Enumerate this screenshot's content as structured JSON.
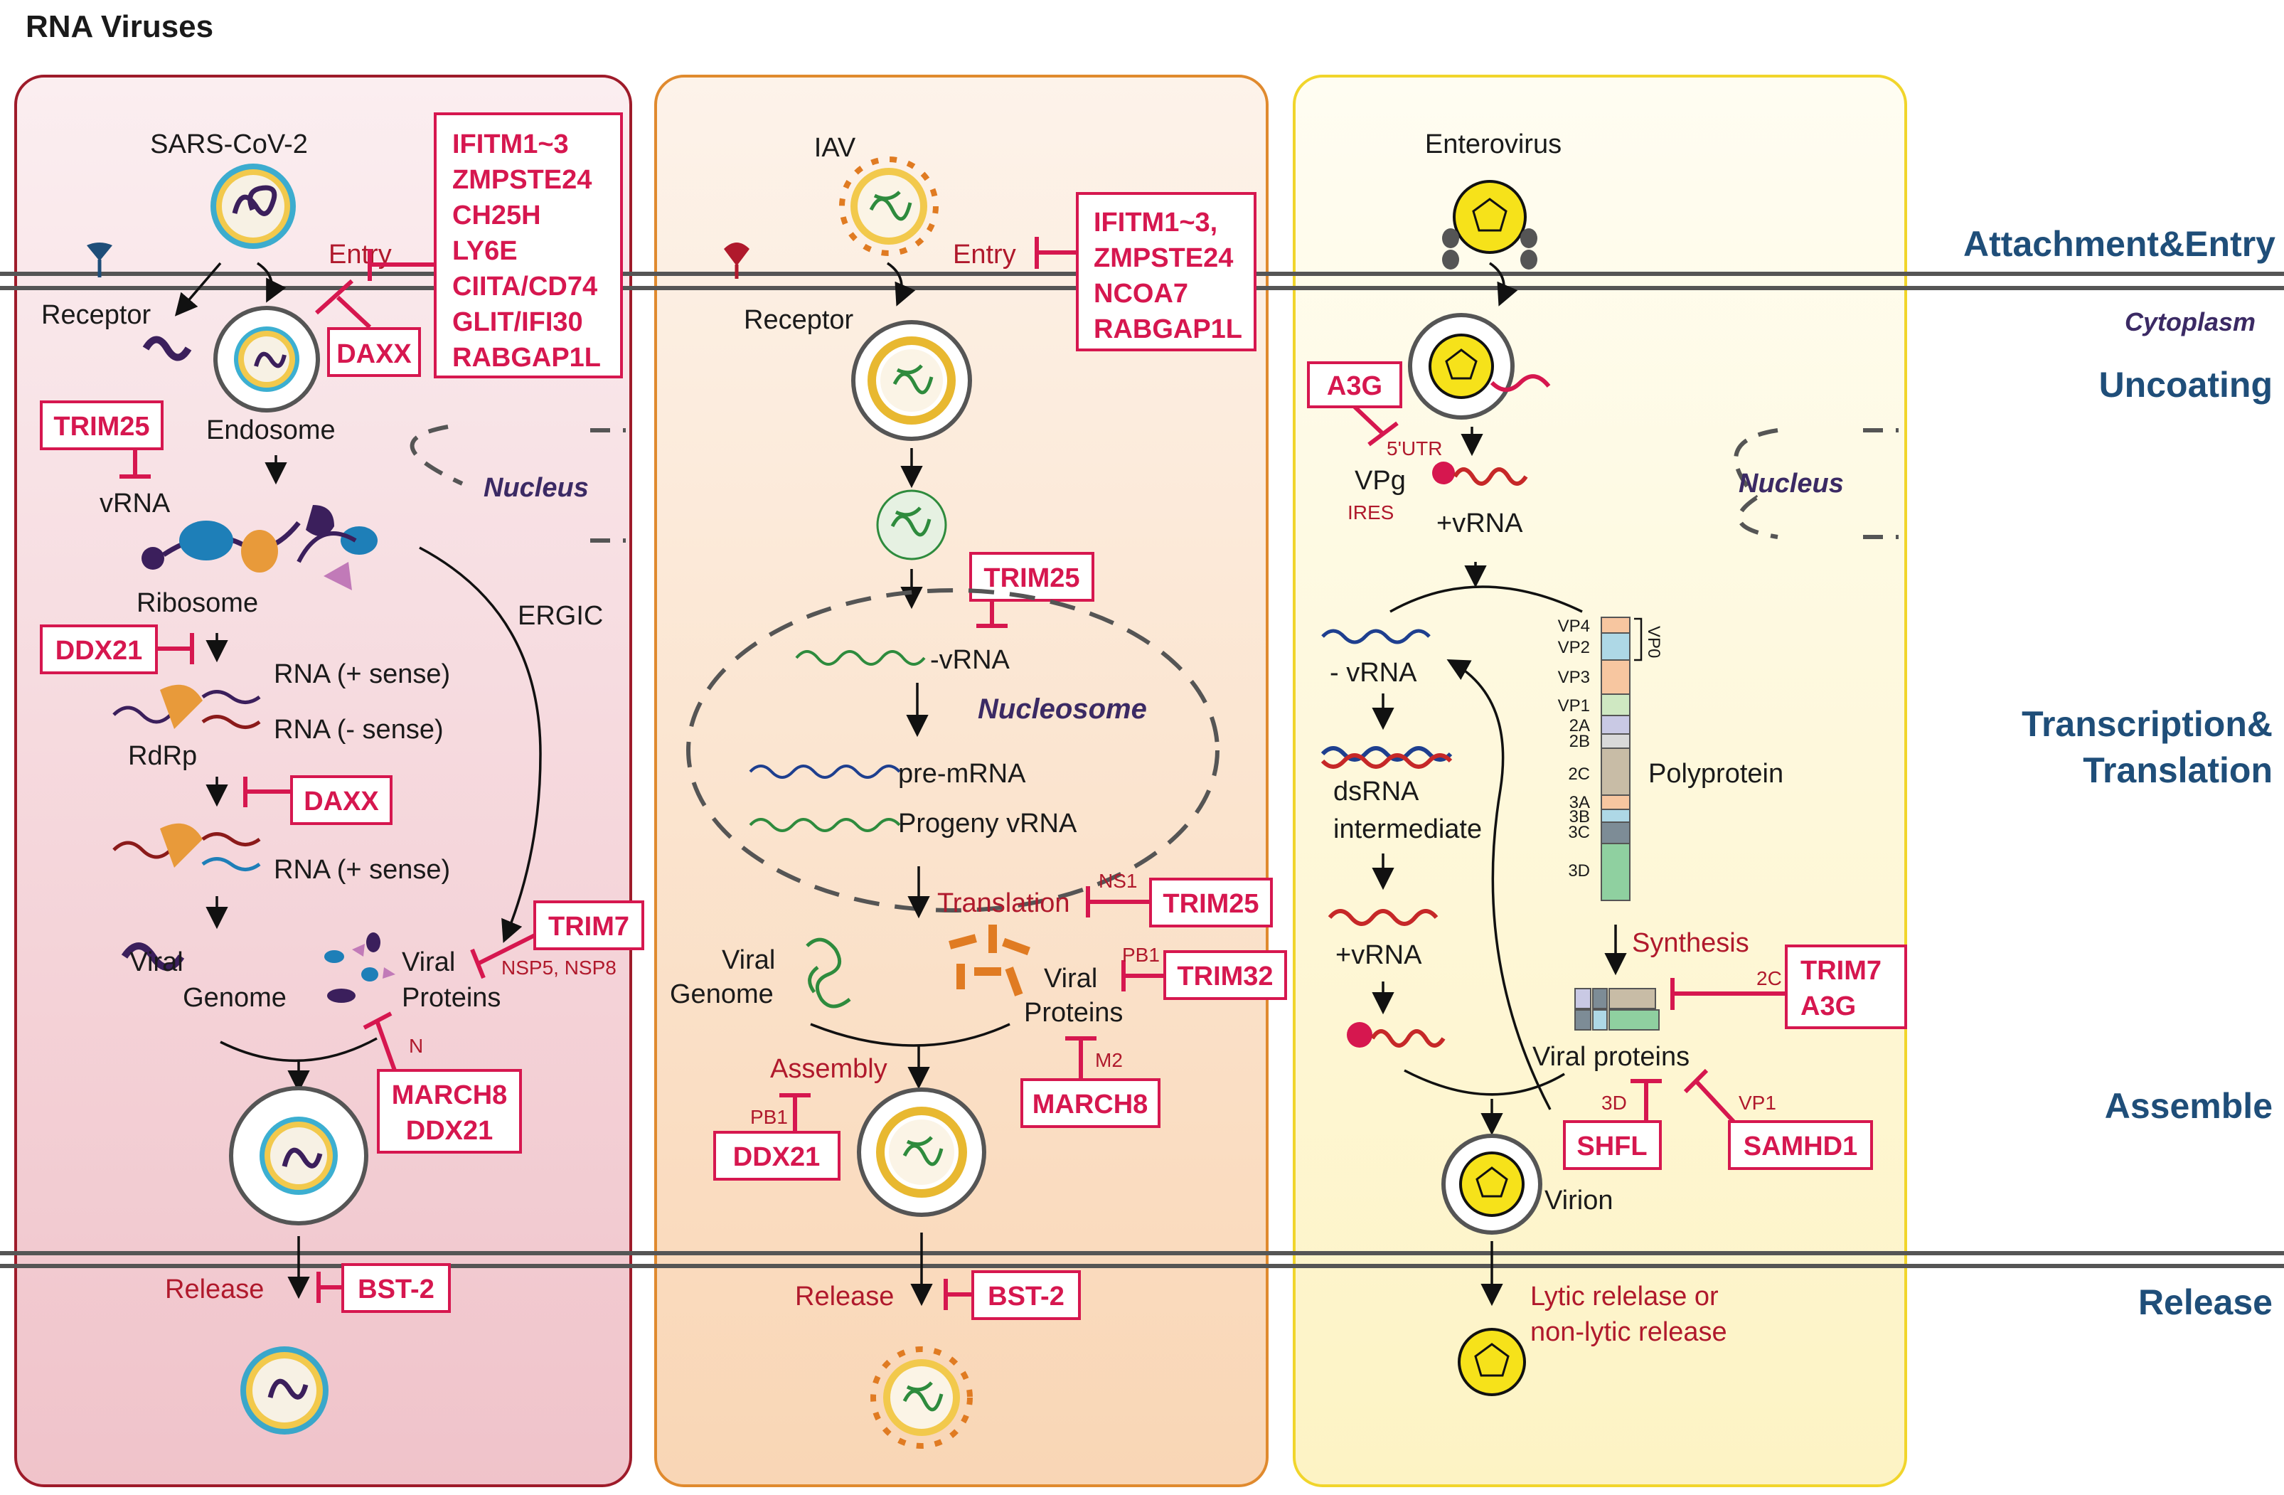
{
  "title": "RNA Viruses",
  "stages": {
    "attachment": "Attachment&Entry",
    "cytoplasm": "Cytoplasm",
    "uncoating": "Uncoating",
    "transcription_1": "Transcription&",
    "transcription_2": "Translation",
    "assemble": "Assemble",
    "release": "Release"
  },
  "sars": {
    "virus": "SARS-CoV-2",
    "receptor": "Receptor",
    "entry": "Entry",
    "entry_box": [
      "IFITM1~3",
      "ZMPSTE24",
      "CH25H",
      "LY6E",
      "CIITA/CD74",
      "GLIT/IFI30",
      "RABGAP1L"
    ],
    "daxx": "DAXX",
    "endosome": "Endosome",
    "trim25": "TRIM25",
    "vrna": "vRNA",
    "nucleus": "Nucleus",
    "ribosome": "Ribosome",
    "ergic": "ERGIC",
    "ddx21": "DDX21",
    "rna_plus": "RNA (+ sense)",
    "rna_minus": "RNA (- sense)",
    "rdrp": "RdRp",
    "daxx2": "DAXX",
    "rna_plus2": "RNA (+ sense)",
    "trim7": "TRIM7",
    "nsp": "NSP5, NSP8",
    "viral_genome_1": "Viral",
    "viral_genome_2": "Genome",
    "viral_proteins_1": "Viral",
    "viral_proteins_2": "Proteins",
    "n_label": "N",
    "march8": "MARCH8",
    "ddx21b": "DDX21",
    "release": "Release",
    "bst2": "BST-2"
  },
  "iav": {
    "virus": "IAV",
    "receptor": "Receptor",
    "entry": "Entry",
    "entry_box": [
      "IFITM1~3,",
      "ZMPSTE24",
      "NCOA7",
      "RABGAP1L"
    ],
    "trim25": "TRIM25",
    "vrna": "-vRNA",
    "nucleosome": "Nucleosome",
    "pre_mrna": "pre-mRNA",
    "progeny": "Progeny vRNA",
    "translation": "Translation",
    "ns1": "NS1",
    "trim25b": "TRIM25",
    "pb1": "PB1",
    "trim32": "TRIM32",
    "viral_genome_1": "Viral",
    "viral_genome_2": "Genome",
    "viral_proteins_1": "Viral",
    "viral_proteins_2": "Proteins",
    "m2": "M2",
    "march8": "MARCH8",
    "assembly": "Assembly",
    "pb1b": "PB1",
    "ddx21": "DDX21",
    "release": "Release",
    "bst2": "BST-2"
  },
  "ev": {
    "virus": "Enterovirus",
    "a3g": "A3G",
    "utr": "5'UTR",
    "vpg": "VPg",
    "ires": "IRES",
    "plus_vrna": "+vRNA",
    "nucleus": "Nucleus",
    "minus_vrna": "- vRNA",
    "dsrna_1": "dsRNA",
    "dsrna_2": "intermediate",
    "plus_vrna2": "+vRNA",
    "polyprotein": "Polyprotein",
    "segments": [
      "VP4",
      "VP2",
      "VP3",
      "VP1",
      "2A",
      "2B",
      "2C",
      "3A",
      "3B",
      "3C",
      "3D"
    ],
    "vp0": "VP0",
    "synthesis": "Synthesis",
    "c2": "2C",
    "trim7": "TRIM7",
    "a3g2": "A3G",
    "viral_proteins": "Viral proteins",
    "d3": "3D",
    "shfl": "SHFL",
    "vp1": "VP1",
    "samhd1": "SAMHD1",
    "virion": "Virion",
    "lytic_1": "Lytic relelase or",
    "lytic_2": "non-lytic release"
  },
  "colors": {
    "red_panel": "#f3d2d6",
    "orange_panel": "#fbe3cf",
    "yellow_panel": "#fdf8dc",
    "restriction": "#d6174f",
    "stage_text": "#1f4e79"
  }
}
